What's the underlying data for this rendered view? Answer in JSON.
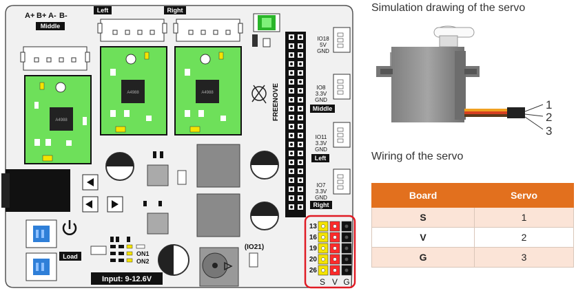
{
  "board": {
    "motor_labels": [
      "A+",
      "B+",
      "A-",
      "B-"
    ],
    "connector_middle_top": "Middle",
    "connector_left": "Left",
    "connector_right": "Right",
    "brand": "FREENOVE",
    "io_labels": [
      {
        "pin": "IO18",
        "v": "5V",
        "g": "GND",
        "tag": ""
      },
      {
        "pin": "IO8",
        "v": "3.3V",
        "g": "GND",
        "tag": "Middle"
      },
      {
        "pin": "IO11",
        "v": "3.3V",
        "g": "GND",
        "tag": "Left"
      },
      {
        "pin": "IO7",
        "v": "3.3V",
        "g": "GND",
        "tag": "Right"
      }
    ],
    "driver_chip_text": "A4988",
    "servo_pins": [
      "13",
      "16",
      "19",
      "20",
      "26"
    ],
    "servo_columns": [
      "S",
      "V",
      "G"
    ],
    "io21_label": "(IO21)",
    "load_label": "Load",
    "on1_label": "ON1",
    "on2_label": "ON2",
    "input_label": "Input: 9-12.6V",
    "colors": {
      "board": "#f1f1f1",
      "pcb_green": "#6ee05a",
      "highlight": "#e01b24",
      "pin_yellow": "#f5e400",
      "pin_red": "#ff2a2a",
      "pin_black": "#111111",
      "switch_blue": "#2f7fd8"
    }
  },
  "right": {
    "sim_caption": "Simulation drawing of the servo",
    "wire_numbers": [
      "1",
      "2",
      "3"
    ],
    "wiring_caption": "Wiring of the servo",
    "table": {
      "headers": [
        "Board",
        "Servo"
      ],
      "rows": [
        {
          "board": "S",
          "servo": "1"
        },
        {
          "board": "V",
          "servo": "2"
        },
        {
          "board": "G",
          "servo": "3"
        }
      ]
    }
  }
}
